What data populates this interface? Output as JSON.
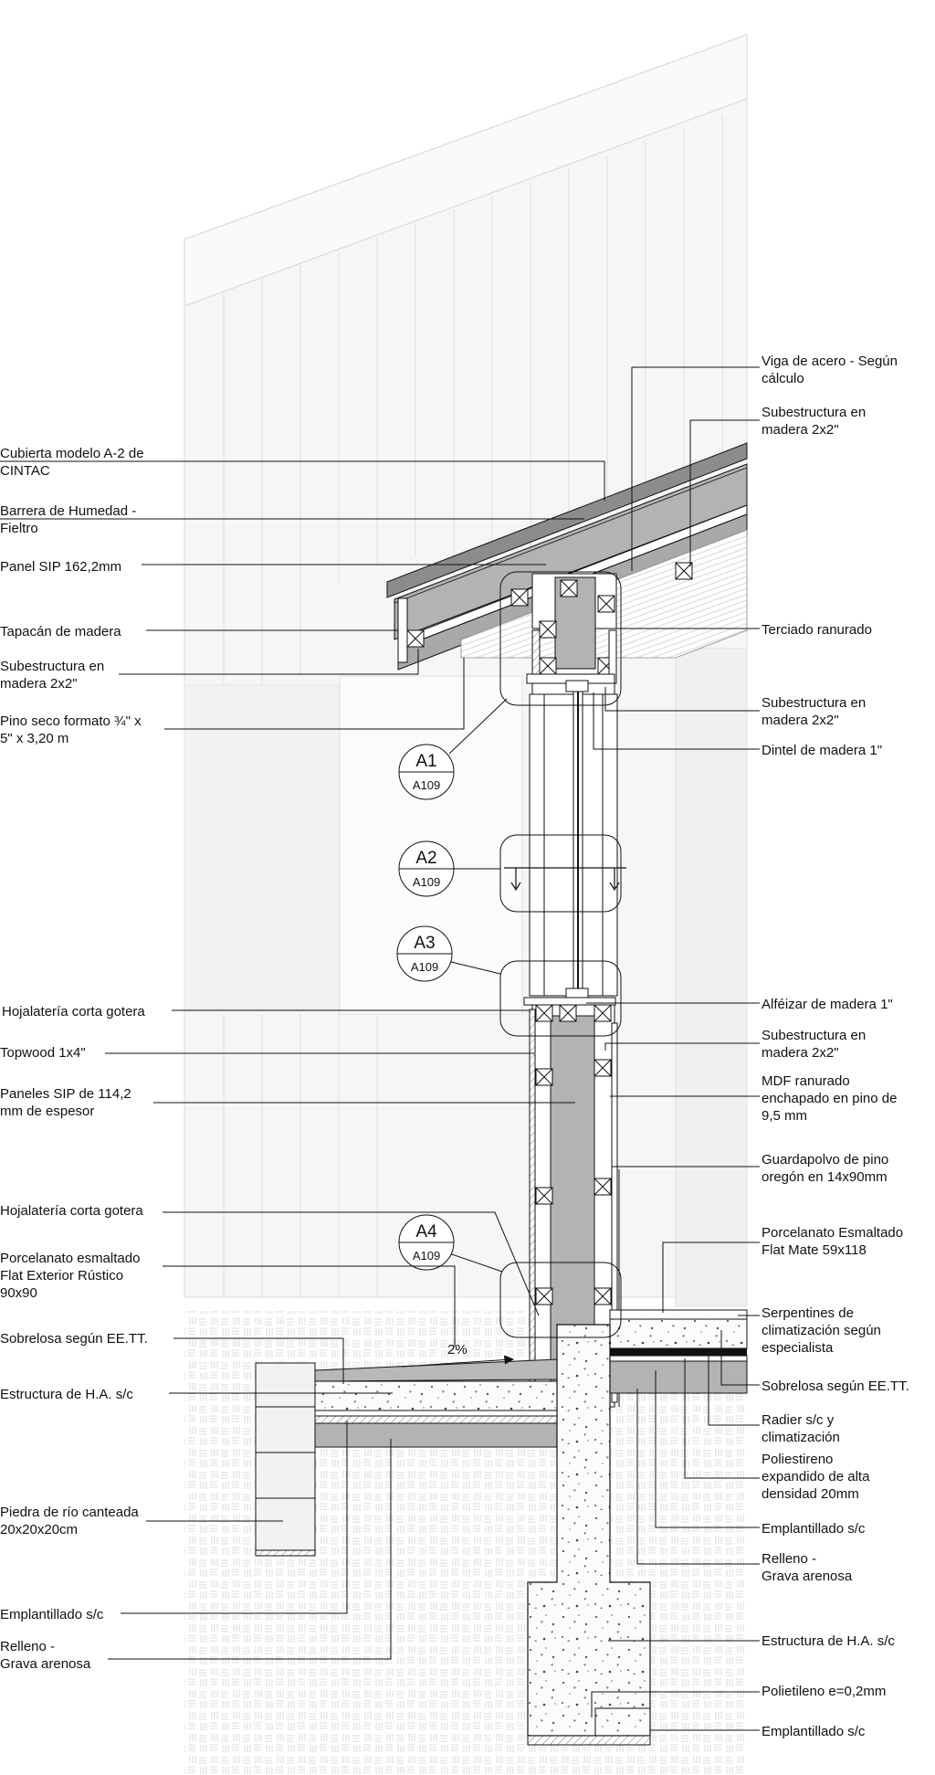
{
  "labels_left": [
    {
      "id": "cubierta",
      "text": "Cubierta modelo A-2 de\nCINTAC"
    },
    {
      "id": "barrera",
      "text": "Barrera de Humedad -\nFieltro"
    },
    {
      "id": "panel-sip",
      "text": "Panel SIP 162,2mm"
    },
    {
      "id": "tapacan",
      "text": "Tapacán de madera"
    },
    {
      "id": "subestructura-left-1",
      "text": "Subestructura en\nmadera 2x2\""
    },
    {
      "id": "pino-seco",
      "text": "Pino seco formato ¾\" x\n5\" x 3,20 m"
    },
    {
      "id": "hojalateria-1",
      "text": "Hojalatería corta gotera"
    },
    {
      "id": "topwood",
      "text": "Topwood 1x4\""
    },
    {
      "id": "paneles-sip",
      "text": "Paneles SIP de 114,2\nmm de espesor"
    },
    {
      "id": "hojalateria-2",
      "text": "Hojalatería corta gotera"
    },
    {
      "id": "porcelanato-ext",
      "text": "Porcelanato esmaltado\nFlat Exterior Rústico\n90x90"
    },
    {
      "id": "sobrelosa-left",
      "text": "Sobrelosa según EE.TT."
    },
    {
      "id": "estructura-left",
      "text": "Estructura de H.A. s/c"
    },
    {
      "id": "piedra",
      "text": "Piedra de río canteada\n20x20x20cm"
    },
    {
      "id": "emplantillado-left",
      "text": "Emplantillado s/c"
    },
    {
      "id": "relleno-left",
      "text": "Relleno -\nGrava arenosa"
    }
  ],
  "labels_right": [
    {
      "id": "viga",
      "text": "Viga de acero - Según\ncálculo"
    },
    {
      "id": "subestructura-right-1",
      "text": "Subestructura en\nmadera 2x2\""
    },
    {
      "id": "terciado",
      "text": "Terciado ranurado"
    },
    {
      "id": "subestructura-right-2",
      "text": "Subestructura en\nmadera 2x2\""
    },
    {
      "id": "dintel",
      "text": "Dintel de madera 1\""
    },
    {
      "id": "alfeizar",
      "text": "Alféizar de madera 1\""
    },
    {
      "id": "subestructura-right-3",
      "text": "Subestructura en\nmadera 2x2\""
    },
    {
      "id": "mdf",
      "text": "MDF ranurado\nenchapado en pino de\n9,5 mm"
    },
    {
      "id": "guardapolvo",
      "text": "Guardapolvo de pino\noregón en 14x90mm"
    },
    {
      "id": "porcelanato-int",
      "text": "Porcelanato Esmaltado\nFlat Mate 59x118"
    },
    {
      "id": "serpentines",
      "text": "Serpentines de\nclimatización según\nespecialista"
    },
    {
      "id": "sobrelosa-right",
      "text": "Sobrelosa según EE.TT."
    },
    {
      "id": "radier",
      "text": "Radier s/c y\nclimatización"
    },
    {
      "id": "poliestireno",
      "text": "Poliestireno\nexpandido de alta\ndensidad 20mm"
    },
    {
      "id": "emplantillado-right-1",
      "text": "Emplantillado s/c"
    },
    {
      "id": "relleno-right",
      "text": "Relleno -\nGrava arenosa"
    },
    {
      "id": "estructura-right",
      "text": "Estructura de H.A. s/c"
    },
    {
      "id": "polietileno",
      "text": "Polietileno e=0,2mm"
    },
    {
      "id": "emplantillado-right-2",
      "text": "Emplantillado s/c"
    }
  ],
  "detail_bubbles": [
    {
      "id": "A1",
      "code": "A1",
      "sheet": "A109"
    },
    {
      "id": "A2",
      "code": "A2",
      "sheet": "A109"
    },
    {
      "id": "A3",
      "code": "A3",
      "sheet": "A109"
    },
    {
      "id": "A4",
      "code": "A4",
      "sheet": "A109"
    }
  ],
  "slope": "2%",
  "colors": {
    "line": "#111111",
    "roof_panel": "#b3b3b3",
    "roof_sheet": "#8c8c8c",
    "insulation": "#a9a9a9",
    "ghost_wall": "#f1f1f1",
    "concrete": "#fbfbfb",
    "soil": "#ffffff"
  }
}
